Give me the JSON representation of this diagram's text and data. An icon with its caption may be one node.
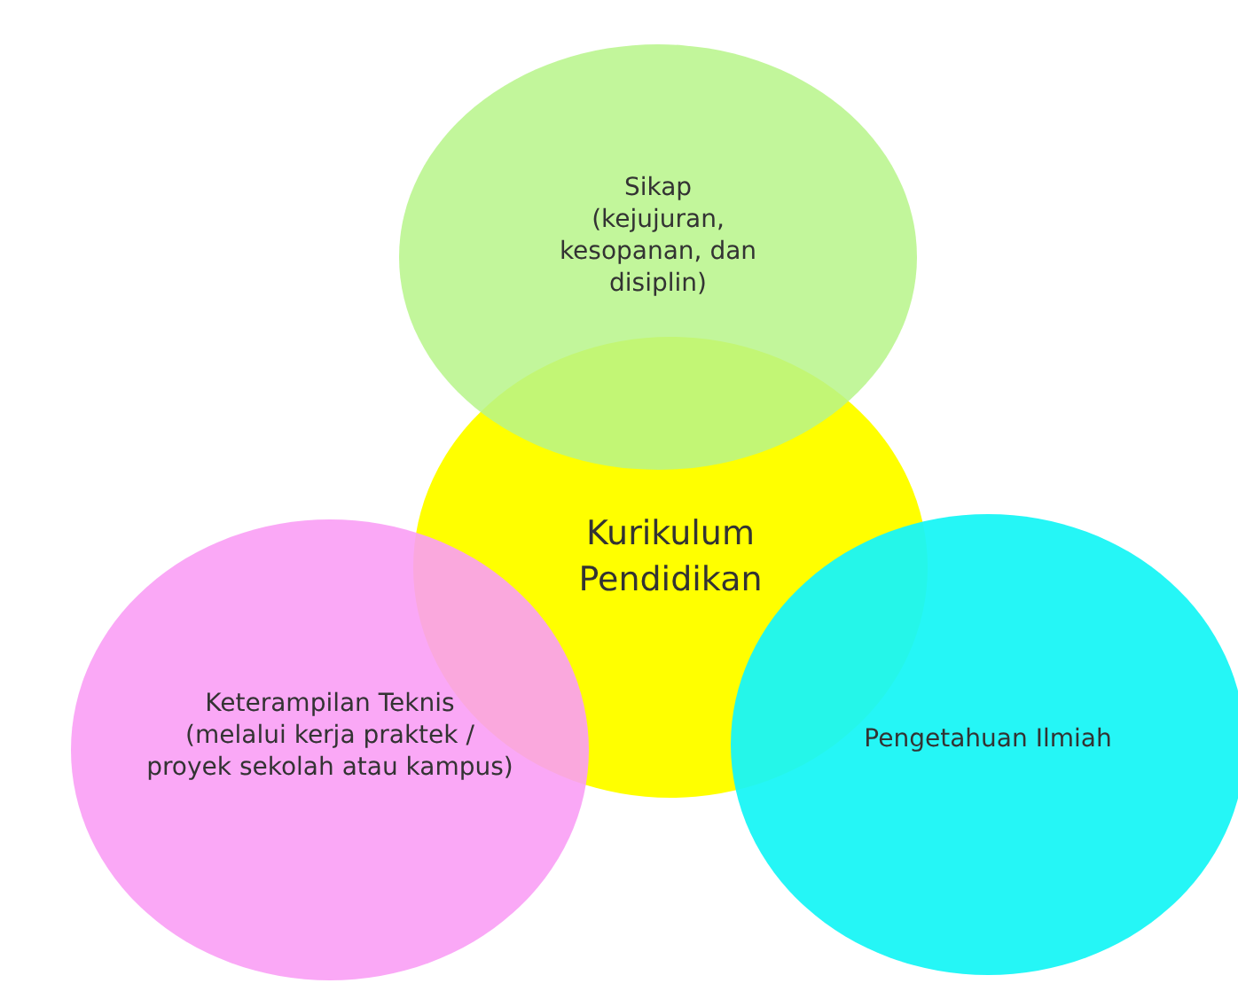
{
  "diagram": {
    "nodes": [
      {
        "text": [
          "Sikap",
          "(kejujuran, kesopanan, dan disiplin)"
        ]
      },
      {
        "text": [
          "Kurikulum Pendidikan"
        ]
      },
      {
        "text": [
          "Keterampilan Teknis",
          "(melalui kerja praktek / proyek sekolah atau kampus)"
        ]
      },
      {
        "text": [
          "Pengetahuan Ilmiah"
        ]
      }
    ]
  }
}
